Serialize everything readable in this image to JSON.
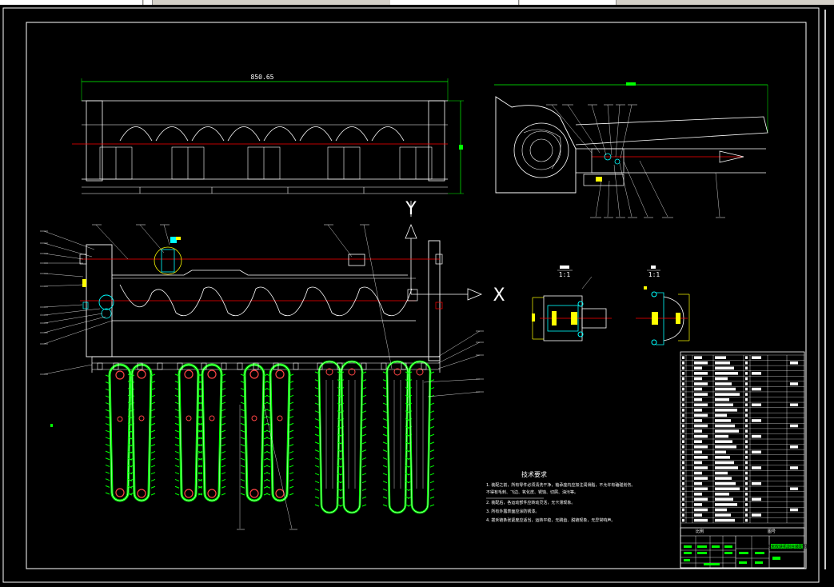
{
  "window": {
    "toolbar_state": "partially visible"
  },
  "drawing": {
    "top_dimension": "850.65",
    "axis_y_label": "Y",
    "axis_x_label": "X",
    "section_a_label": "1:1",
    "section_b_label": "1:1",
    "tech_title": "技术要求",
    "tech_notes": [
      "1. 装配之前，所有零件必须清洗干净，轴承座内应加注润滑脂，不允许有磕碰划伤。",
      "   不得有毛刺、飞边、氧化皮、锈蚀、切屑、油污等。",
      "2. 装配后，各运动部件应转动灵活，无卡滞现象。",
      "3. 所有外露表面应涂防锈漆。",
      "4. 拨禾链条张紧度应适当，运转平稳，无跳齿、脱链现象，无异常响声。"
    ]
  },
  "title_block": {
    "drawing_title": "玉米收获机割台装配图",
    "scale_label": "比例",
    "sheet_label": "图号"
  },
  "colors": {
    "frame": "#ffffff",
    "chain": "#00ff00",
    "centerline": "#ff0000",
    "highlight": "#00ffff",
    "dimension": "#00ff00",
    "leader": "#ffffff",
    "tag": "#ffff00"
  }
}
